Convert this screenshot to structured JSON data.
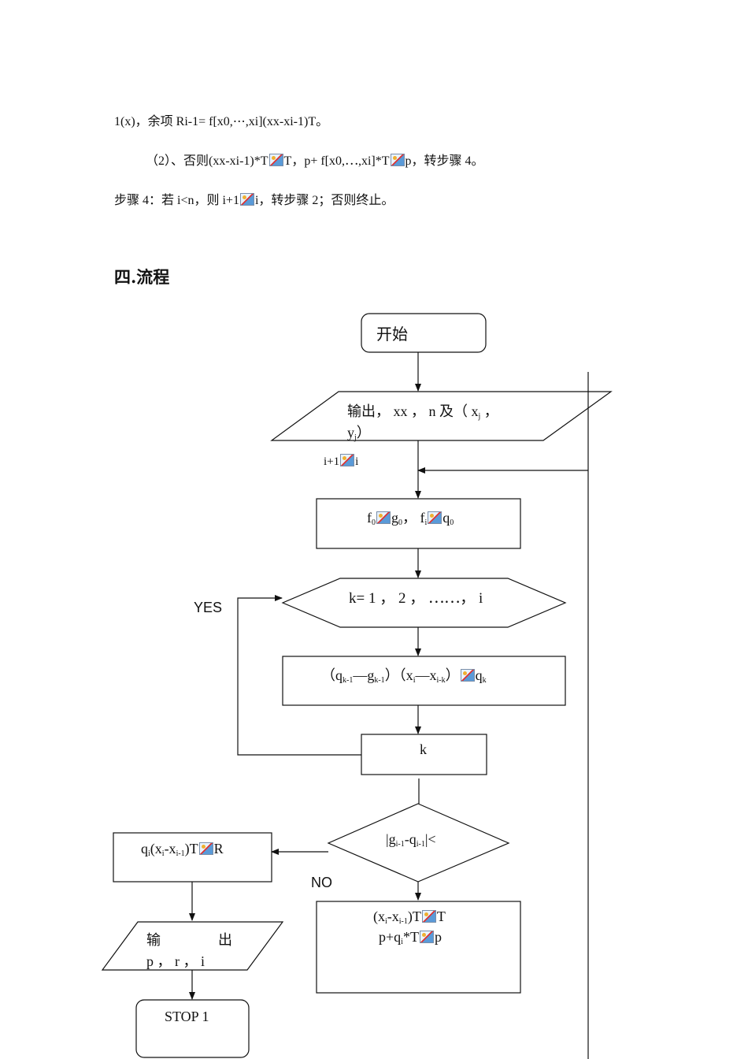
{
  "paragraphs": {
    "line1": "1(x)，余项 Ri-1= f[x0,⋯,xi](xx-xi-1)T。",
    "line2_a": "（2）、否则(xx-xi-1)*T",
    "line2_b": "T，p+ f[x0,⋯,xi]*T",
    "line2_c": "p，转步骤 4。",
    "line3_a": "步骤 4：若 i<n，则 i+1",
    "line3_b": "i，转步骤 2；否则终止。"
  },
  "section_heading": "四.流程",
  "flowchart": {
    "start": "开始",
    "input_line1": "输出， xx ， n 及（ x",
    "input_sub_j": "j",
    "input_line1_end": " ，",
    "input_line2": "y",
    "input_line2_end": "）",
    "loop_label_a": "i+1",
    "loop_label_b": "i",
    "init_f": "f",
    "init_f_sub": "0",
    "init_g": "g",
    "init_g_sub": "0",
    "init_sep": "，  f",
    "init_fi_sub": "i",
    "init_q": "q",
    "init_q_sub": "0",
    "loop_cond": "k= 1 ， 2 ， ⋯⋯， i",
    "yes": "YES",
    "calc": "（q",
    "calc_sub1": "k-1",
    "calc_mid1": "—g",
    "calc_sub2": "k-1",
    "calc_mid2": "）（x",
    "calc_sub3": "i",
    "calc_mid3": "—x",
    "calc_sub4": "i-k",
    "calc_mid4": "）",
    "calc_q": "q",
    "calc_sub5": "k",
    "k_box": "k",
    "decision_a": "|g",
    "decision_sub1": "i-1",
    "decision_b": "-q",
    "decision_sub2": "i-1",
    "decision_c": "|<",
    "no": "NO",
    "r_a": "q",
    "r_sub1": "i",
    "r_b": "(x",
    "r_sub2": "i",
    "r_c": "-x",
    "r_sub3": "i-1",
    "r_d": ")T",
    "r_e": "R",
    "t_a": "(x",
    "t_sub1": "i",
    "t_b": "-x",
    "t_sub2": "i-1",
    "t_c": ")T",
    "t_d": "T",
    "p_a": "p+q",
    "p_sub": "i",
    "p_b": "*T",
    "p_c": "p",
    "output_line1_a": "输",
    "output_line1_b": "出",
    "output_line2": "p ， r ， i",
    "stop": "STOP 1"
  }
}
